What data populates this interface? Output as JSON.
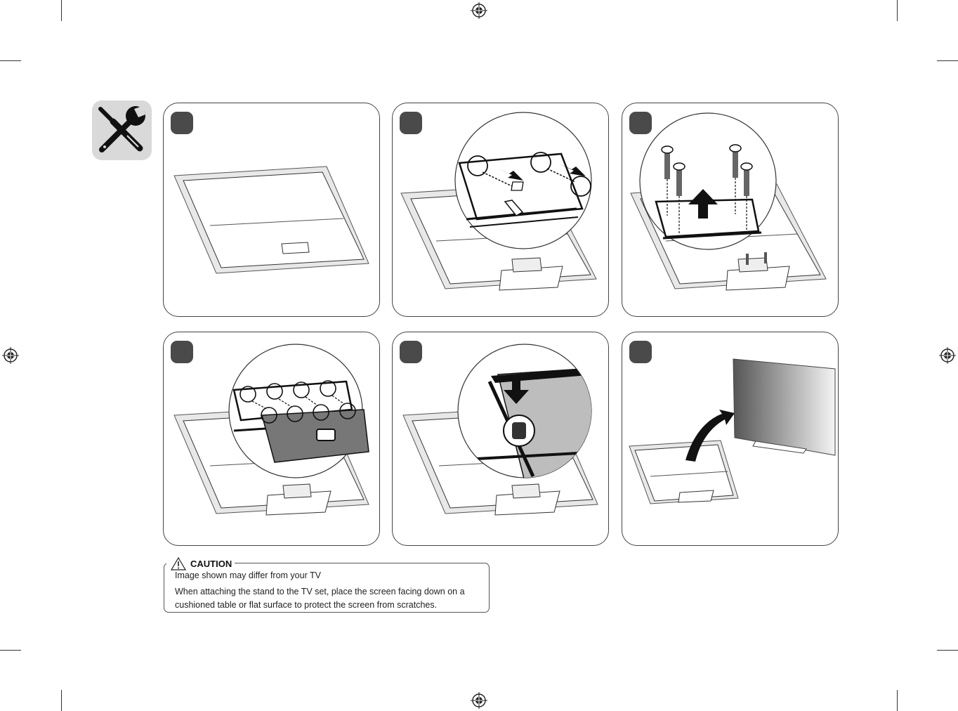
{
  "caution": {
    "title": "CAUTION",
    "line1": "Image shown may differ from your TV",
    "line2": "When attaching the stand to the TV set, place the screen facing down on a",
    "line3": "cushioned table or flat surface to protect the screen from scratches."
  },
  "icons": {
    "tools": "screwdriver-wrench-icon",
    "warning": "warning-triangle-icon",
    "registration": "registration-mark-icon"
  },
  "colors": {
    "badge": "#4a4a4a",
    "tools_bg": "#d9d9d9",
    "line": "#333333"
  }
}
